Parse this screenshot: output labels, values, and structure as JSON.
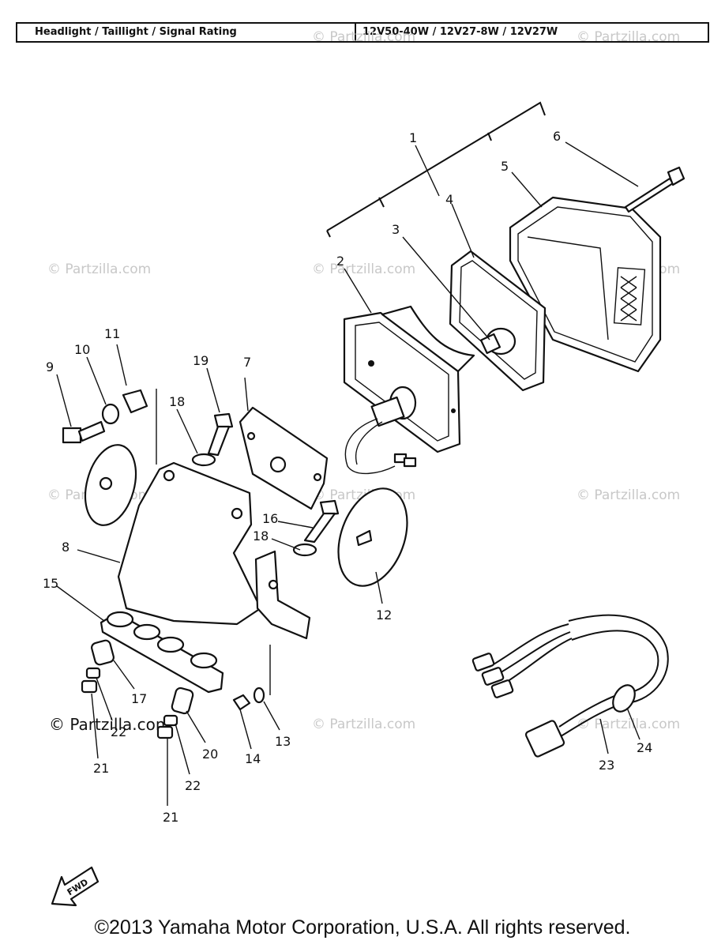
{
  "spec": {
    "label": "Headlight / Taillight / Signal Rating",
    "value": "12V50-40W / 12V27-8W / 12V27W"
  },
  "watermark": {
    "text": "© Partzilla.com",
    "bold_text": "© Partzilla.com"
  },
  "callouts": {
    "c1": "1",
    "c2": "2",
    "c3": "3",
    "c4": "4",
    "c5": "5",
    "c6": "6",
    "c7": "7",
    "c8": "8",
    "c9": "9",
    "c10": "10",
    "c11": "11",
    "c12": "12",
    "c13": "13",
    "c14": "14",
    "c15": "15",
    "c16": "16",
    "c17": "17",
    "c18a": "18",
    "c18b": "18",
    "c19": "19",
    "c20": "20",
    "c21a": "21",
    "c21b": "21",
    "c22a": "22",
    "c22b": "22",
    "c23": "23",
    "c24": "24"
  },
  "fwd_label": "FWD",
  "copyright": "©2013  Yamaha Motor Corporation, U.S.A. All rights reserved."
}
